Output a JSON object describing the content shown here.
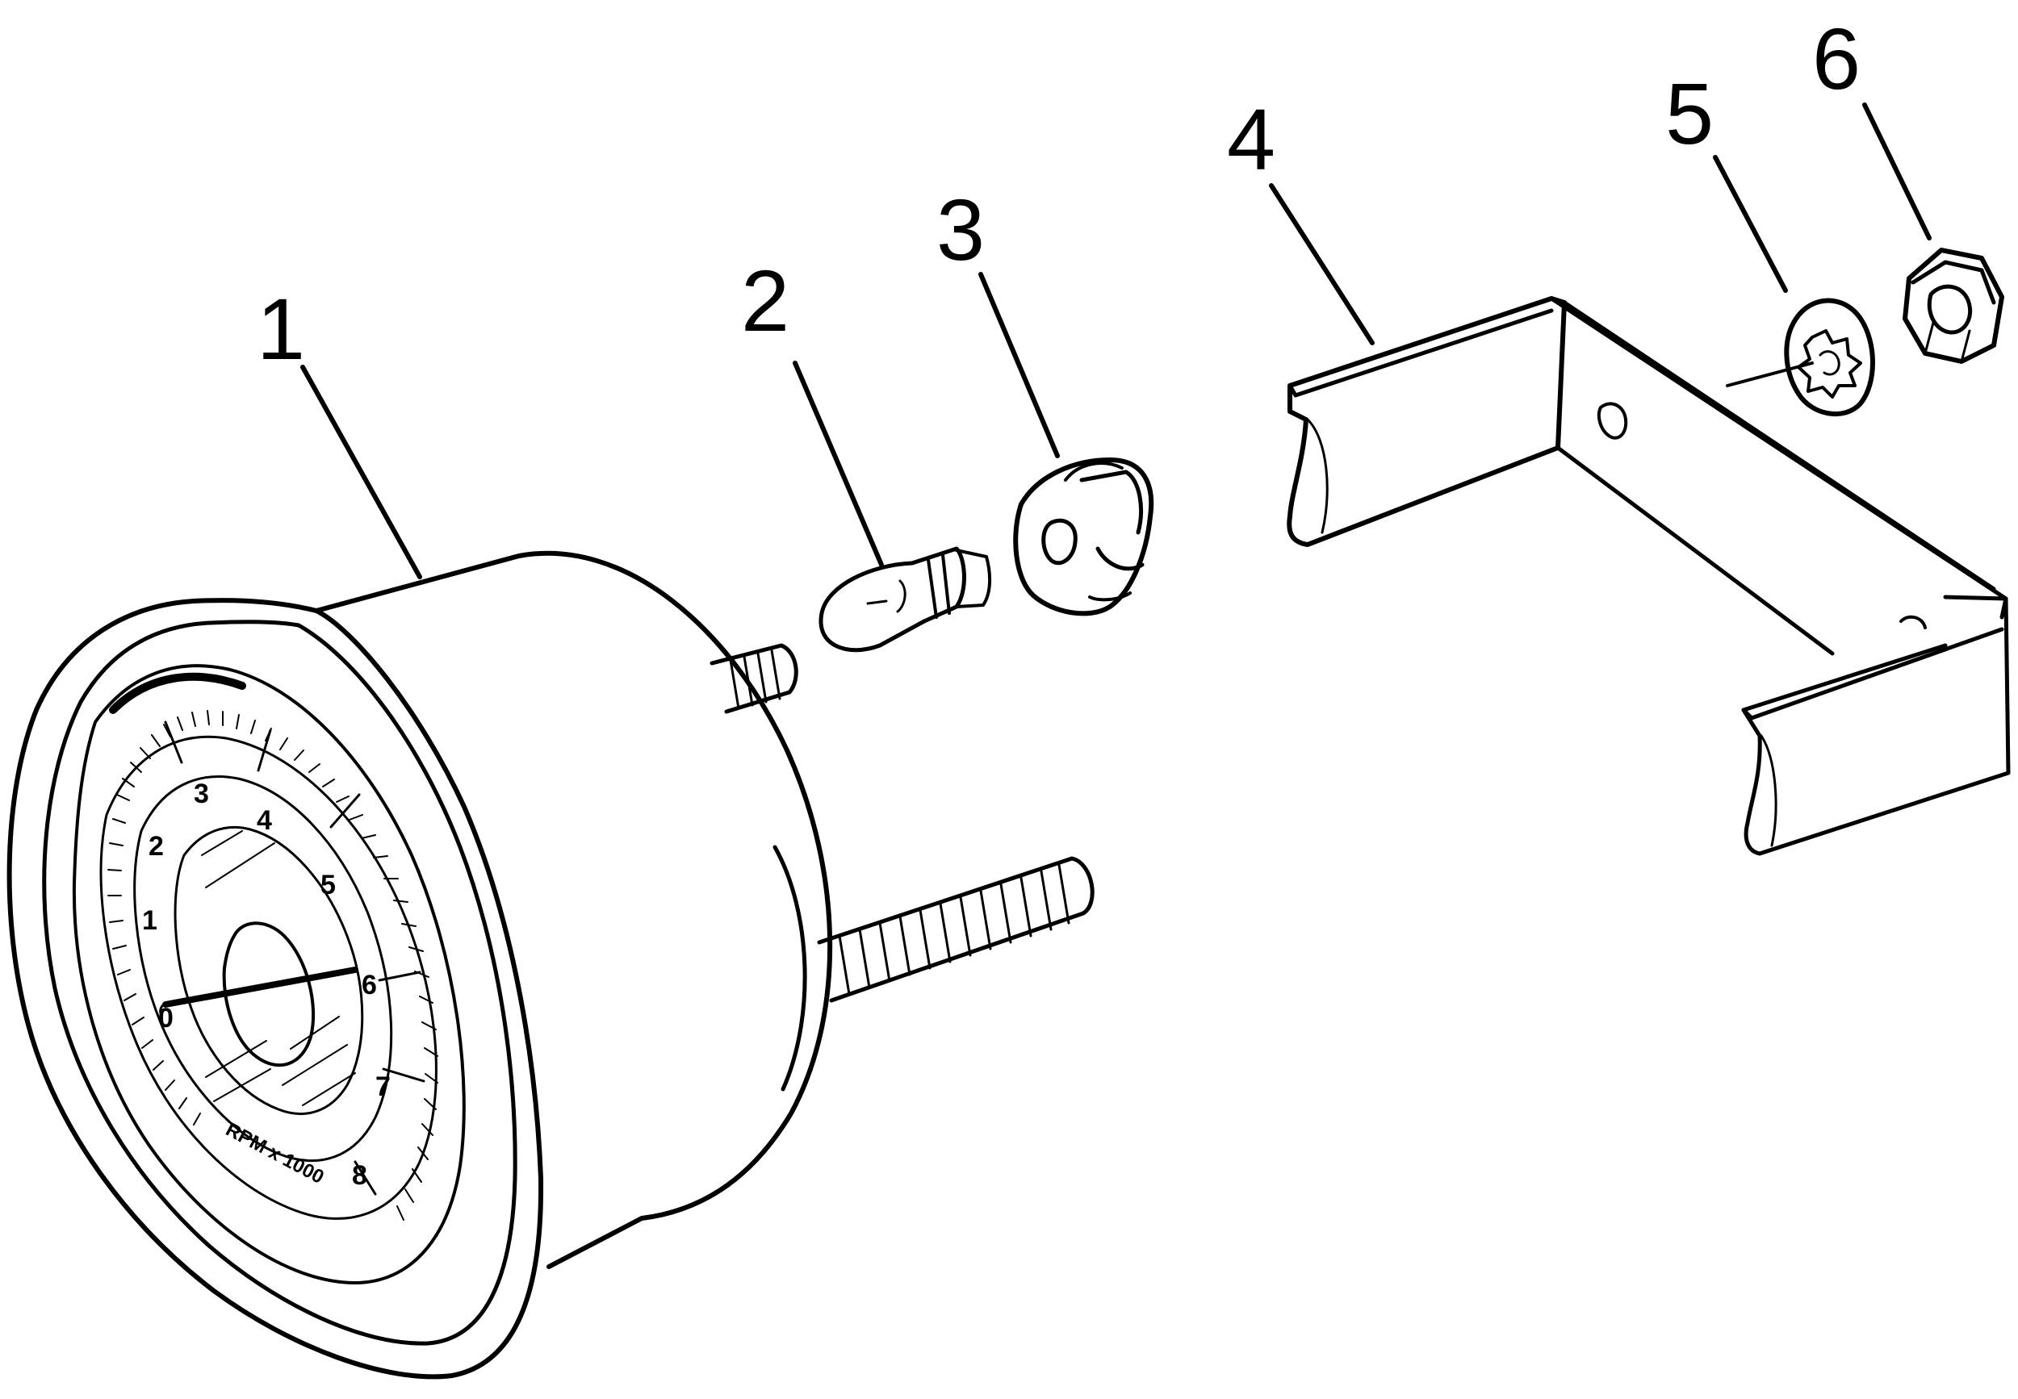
{
  "callouts": [
    {
      "number": "1",
      "part": "tachometer"
    },
    {
      "number": "2",
      "part": "bulb"
    },
    {
      "number": "3",
      "part": "bulb-socket"
    },
    {
      "number": "4",
      "part": "mounting-bracket"
    },
    {
      "number": "5",
      "part": "lock-washer"
    },
    {
      "number": "6",
      "part": "nut"
    }
  ],
  "dial": {
    "numbers": [
      "0",
      "1",
      "2",
      "3",
      "4",
      "5",
      "6",
      "7",
      "8"
    ],
    "caption": "RPM x 1000"
  }
}
